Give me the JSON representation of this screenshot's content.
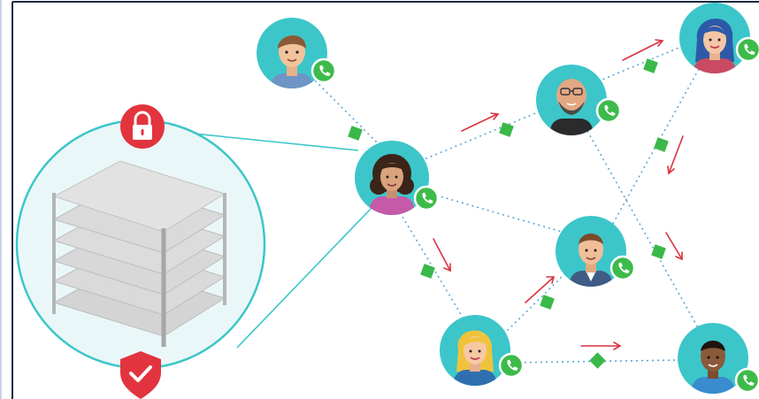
{
  "colors": {
    "teal": "#3cc6c9",
    "teal_light": "#e9f7f8",
    "whatsapp_green": "#3dbb4a",
    "packet_green": "#3ab84a",
    "arrow_red": "#d9343f",
    "lock_red": "#e2343e",
    "frame_blue": "#c7d4ea",
    "dotted_line": "#5aa6d6"
  },
  "icons": {
    "lock": "lock-icon",
    "shield": "shield-check-icon",
    "phone": "whatsapp-phone-icon",
    "storage": "storage-rack-icon"
  },
  "nodes": [
    {
      "id": "man-top",
      "hair": "#8a5a36",
      "skin": "#f2c39a",
      "shirt": "#6f95c4"
    },
    {
      "id": "woman-curly",
      "hair": "#3b2418",
      "skin": "#d9a37e",
      "shirt": "#c55aa8"
    },
    {
      "id": "bald-man",
      "hair": "#4a4a4a",
      "skin": "#e2a884",
      "shirt": "#2b2b2b"
    },
    {
      "id": "woman-blue",
      "hair": "#2c5aa8",
      "skin": "#f4c6a5",
      "shirt": "#c94a63"
    },
    {
      "id": "man-middle",
      "hair": "#7a4a2a",
      "skin": "#f0be97",
      "shirt": "#3f5b86"
    },
    {
      "id": "woman-blonde",
      "hair": "#f0c33c",
      "skin": "#f6c9a4",
      "shirt": "#2f6fb0"
    },
    {
      "id": "man-dark",
      "hair": "#1f1410",
      "skin": "#8a5a3a",
      "shirt": "#3a8ccf"
    }
  ]
}
